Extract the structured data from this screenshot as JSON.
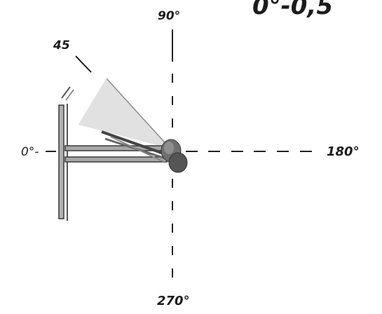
{
  "diagram": {
    "corner_label": "0°-0,5",
    "angle_labels": {
      "left": "0°-",
      "top": "90°",
      "right": "180°",
      "bottom": "270°"
    },
    "cone_angle_label": "45",
    "colors": {
      "ink": "#1c1c1c",
      "axis": "#222222",
      "cone_fill": "#d9d9d9",
      "cone_edge": "#8c8c8c",
      "light_head": "#6f6f6f",
      "arm": "#9a9a9a"
    }
  }
}
